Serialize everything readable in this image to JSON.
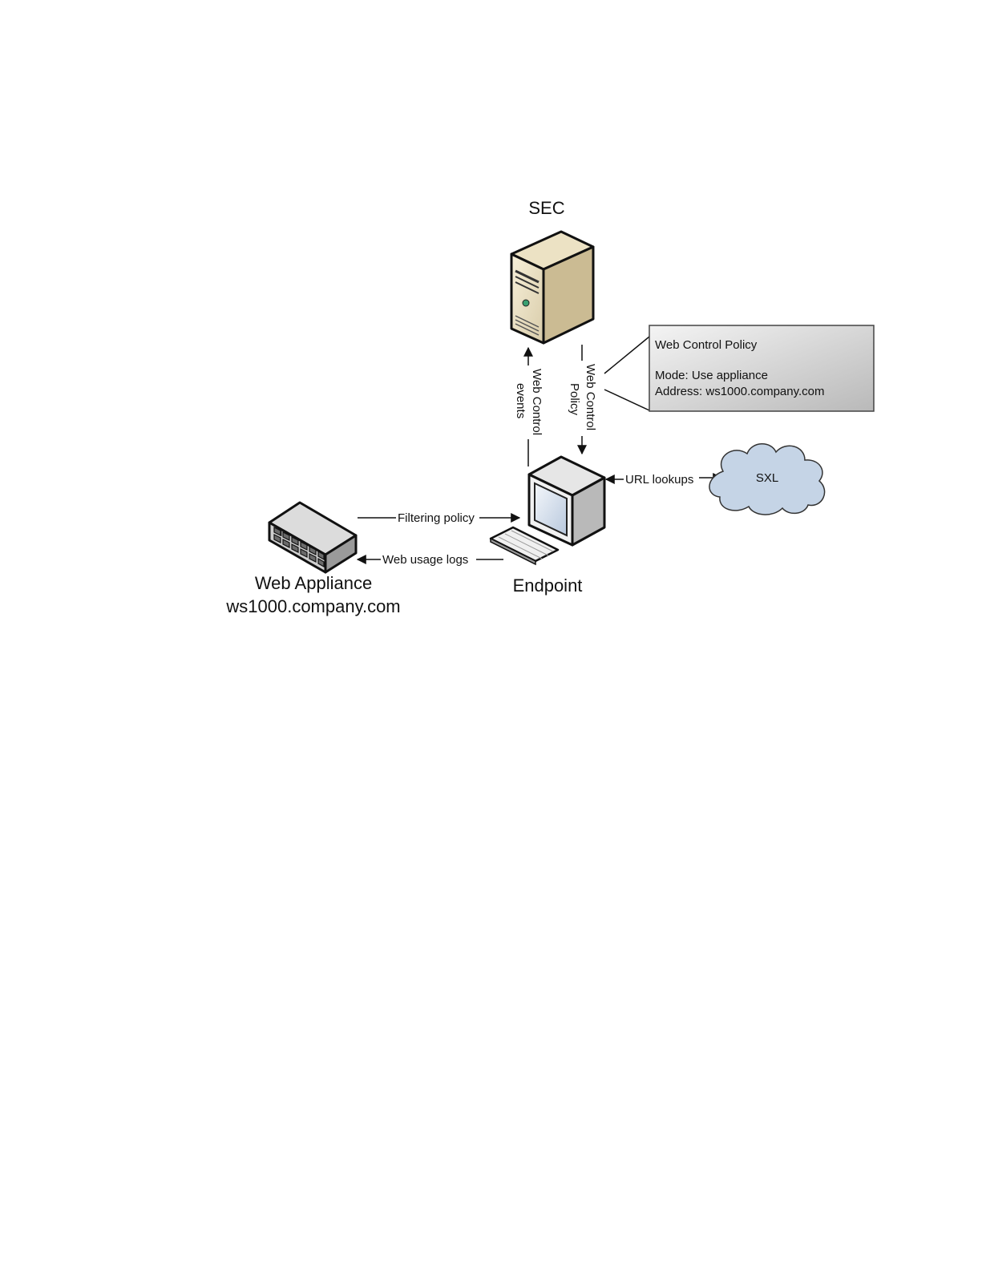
{
  "nodes": {
    "sec": {
      "label": "SEC"
    },
    "endpoint": {
      "label": "Endpoint"
    },
    "web_appliance": {
      "label": "Web Appliance",
      "address": "ws1000.company.com"
    },
    "sxl": {
      "label": "SXL"
    }
  },
  "edges": {
    "web_control_events": {
      "line1": "Web Control",
      "line2": "events"
    },
    "web_control_policy": {
      "line1": "Web Control",
      "line2": "Policy"
    },
    "url_lookups": {
      "label": "URL lookups"
    },
    "filtering_policy": {
      "label": "Filtering policy"
    },
    "web_usage_logs": {
      "label": "Web usage logs"
    }
  },
  "callout": {
    "title": "Web Control Policy",
    "mode": "Mode: Use appliance",
    "address": "Address: ws1000.company.com"
  },
  "icons": [
    "server-icon",
    "computer-icon",
    "keyboard-icon",
    "network-switch-icon",
    "cloud-icon"
  ],
  "colors": {
    "server_face": "#efe4c4",
    "server_side": "#c9b991",
    "cloud_fill": "#c5d4e6",
    "callout_fill_light": "#f2f2f2",
    "callout_fill_dark": "#bdbdbd",
    "screen": "#dde6f2"
  }
}
